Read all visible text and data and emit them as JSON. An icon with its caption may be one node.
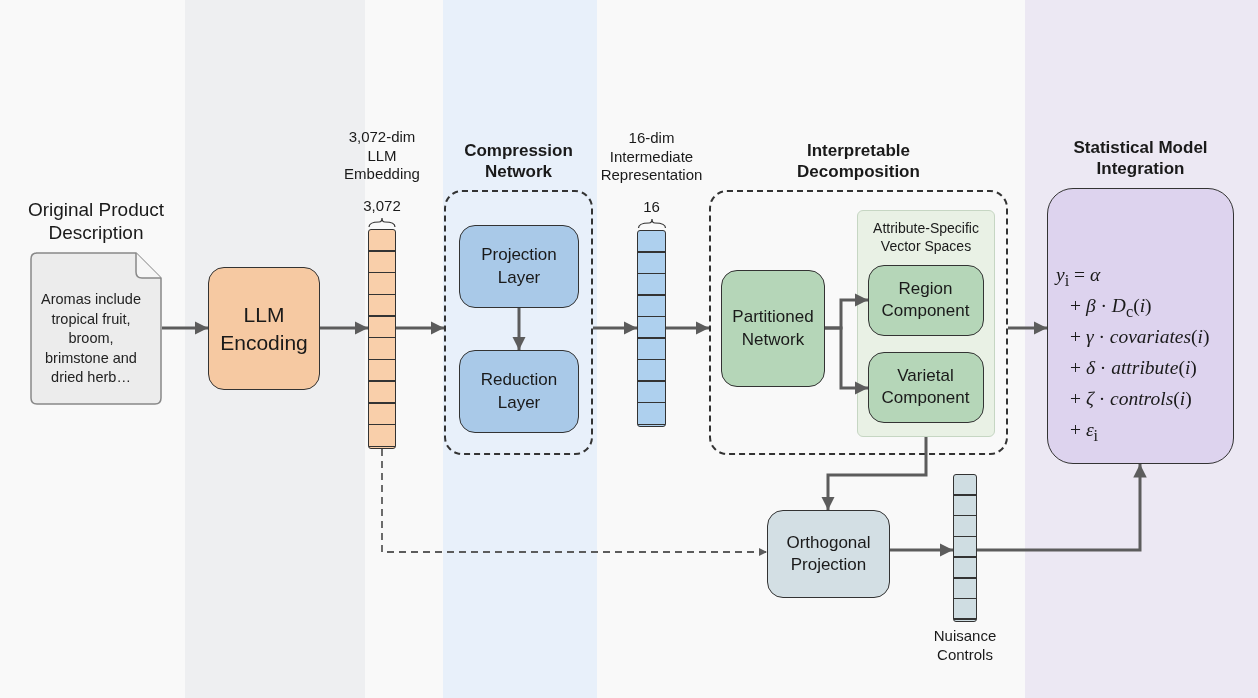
{
  "diagram": {
    "nodes": [
      {
        "text": [
          "Original Product Description",
          "Aromas include tropical fruit, broom, brimstone and dried herb…"
        ]
      },
      {
        "text": [
          "LLM Encoding"
        ]
      },
      {
        "text": [
          "3,072-dim LLM Embedding",
          "3,072"
        ]
      },
      {
        "text": [
          "Compression Network"
        ]
      },
      {
        "text": [
          "Projection Layer"
        ],
        "in": 3
      },
      {
        "text": [
          "Reduction Layer"
        ],
        "in": 3
      },
      {
        "text": [
          "16-dim Intermediate Representation",
          "16"
        ]
      },
      {
        "text": [
          "Interpretable Decomposition"
        ]
      },
      {
        "text": [
          "Partitioned Network"
        ],
        "in": 7
      },
      {
        "text": [
          "Attribute-Specific Vector Spaces"
        ],
        "in": 7
      },
      {
        "text": [
          "Region Component"
        ],
        "in": 9
      },
      {
        "text": [
          "Varietal Component"
        ],
        "in": 9
      },
      {
        "text": [
          "Orthogonal Projection"
        ]
      },
      {
        "text": [
          "Nuisance Controls"
        ]
      },
      {
        "text": [
          "Statistical Model Integration",
          "*y*$_{i}$ = *α*",
          "+ *β* · *D*$_{c}$(*i*)",
          "+ *γ* · *covariates*(*i*)",
          "+ *δ* · *attribute*(*i*)",
          "+ *ζ* · *controls*(*i*)",
          "+ *ε*$_{i}$"
        ]
      }
    ],
    "edges": [
      {
        "from": 0,
        "to": 1,
        "arrow": "to"
      },
      {
        "from": 1,
        "to": 2,
        "arrow": "to"
      },
      {
        "from": 2,
        "to": 3,
        "arrow": "to"
      },
      {
        "from": 4,
        "to": 5,
        "arrow": "to"
      },
      {
        "from": 3,
        "to": 6,
        "arrow": "to"
      },
      {
        "from": 6,
        "to": 7,
        "arrow": "to"
      },
      {
        "from": 8,
        "to": 10,
        "arrow": "to"
      },
      {
        "from": 8,
        "to": 11,
        "arrow": "to"
      },
      {
        "from": 7,
        "to": 14,
        "arrow": "to"
      },
      {
        "from": 9,
        "to": 12,
        "arrow": "to"
      },
      {
        "from": 2,
        "to": 12,
        "arrow": "to",
        "style": "dashed"
      },
      {
        "from": 12,
        "to": 13,
        "arrow": "to"
      },
      {
        "from": 13,
        "to": 14,
        "arrow": "to"
      }
    ]
  }
}
